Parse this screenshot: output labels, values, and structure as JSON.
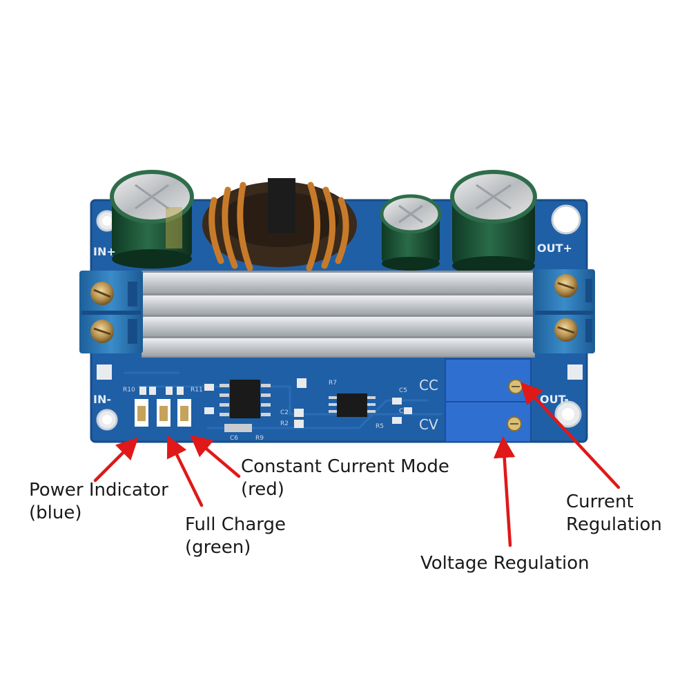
{
  "board": {
    "in_plus": "IN+",
    "in_minus": "IN-",
    "out_plus": "OUT+",
    "out_minus": "OUT-",
    "cc": "CC",
    "cv": "CV",
    "silk": [
      "R10",
      "R11",
      "R7",
      "C2",
      "R2",
      "C5",
      "C7",
      "R5",
      "C6",
      "R9"
    ]
  },
  "callouts": {
    "power_indicator": {
      "line1": "Power Indicator",
      "line2": "(blue)"
    },
    "full_charge": {
      "line1": "Full Charge",
      "line2": "(green)"
    },
    "constant_current": {
      "line1": "Constant Current Mode",
      "line2": "(red)"
    },
    "current_regulation": {
      "line1": "Current",
      "line2": "Regulation"
    },
    "voltage_regulation": {
      "line1": "Voltage Regulation"
    }
  },
  "colors": {
    "pcb": "#1f5fa6",
    "arrow": "#e01818",
    "terminal": "#2a78b8",
    "heatsink": "#c9ccd0",
    "copper": "#c77b2a"
  }
}
